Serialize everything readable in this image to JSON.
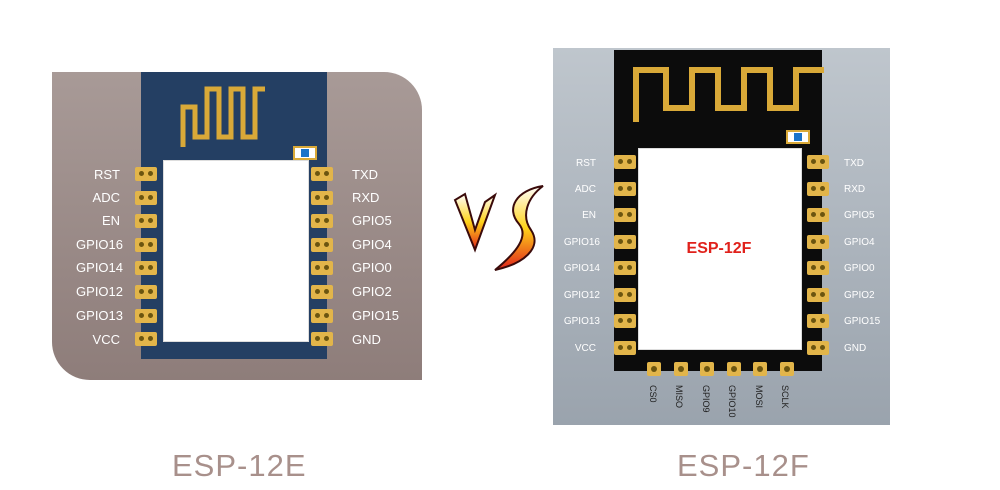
{
  "left": {
    "pins_left": [
      "RST",
      "ADC",
      "EN",
      "GPIO16",
      "GPIO14",
      "GPIO12",
      "GPIO13",
      "VCC"
    ],
    "pins_right": [
      "TXD",
      "RXD",
      "GPIO5",
      "GPIO4",
      "GPIO0",
      "GPIO2",
      "GPIO15",
      "GND"
    ],
    "caption": "ESP-12E"
  },
  "right": {
    "chip_label": "ESP-12F",
    "pins_left": [
      "RST",
      "ADC",
      "EN",
      "GPIO16",
      "GPIO14",
      "GPIO12",
      "GPIO13",
      "VCC"
    ],
    "pins_right": [
      "TXD",
      "RXD",
      "GPIO5",
      "GPIO4",
      "GPIO0",
      "GPIO2",
      "GPIO15",
      "GND"
    ],
    "pins_bottom": [
      "CS0",
      "MISO",
      "GPIO9",
      "GPIO10",
      "MOSI",
      "SCLK"
    ],
    "caption": "ESP-12F"
  },
  "vs_text": "VS",
  "colors": {
    "accent_red": "#e0211b",
    "pad_gold": "#e2b54a",
    "caption": "#a8908b"
  }
}
